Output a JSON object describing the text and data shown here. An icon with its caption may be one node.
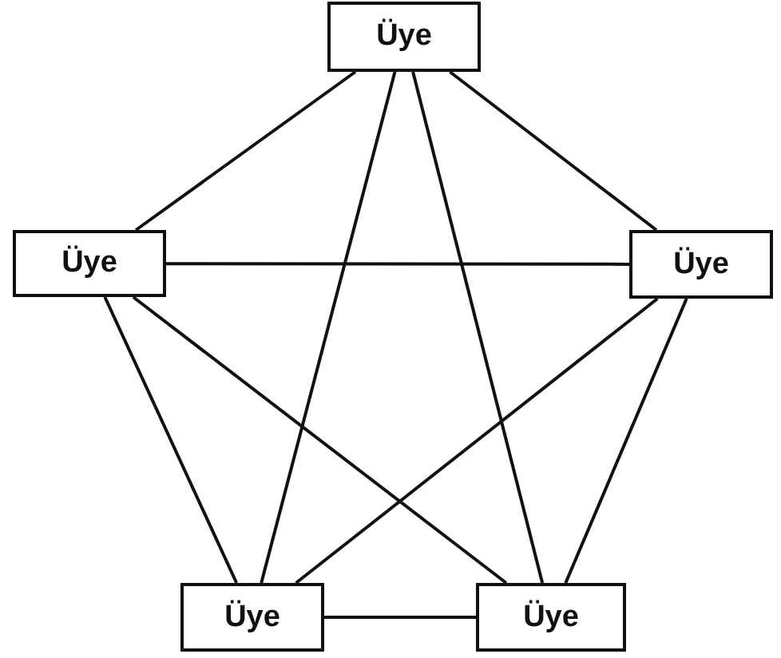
{
  "diagram": {
    "nodes": [
      {
        "text": [
          "Üye"
        ]
      },
      {
        "text": [
          "Üye"
        ]
      },
      {
        "text": [
          "Üye"
        ]
      },
      {
        "text": [
          "Üye"
        ]
      },
      {
        "text": [
          "Üye"
        ]
      }
    ],
    "edges": [
      {
        "from": 0,
        "to": 1,
        "arrow": "none"
      },
      {
        "from": 0,
        "to": 2,
        "arrow": "none"
      },
      {
        "from": 1,
        "to": 2,
        "arrow": "none"
      },
      {
        "from": 1,
        "to": 3,
        "arrow": "none"
      },
      {
        "from": 2,
        "to": 4,
        "arrow": "none"
      },
      {
        "from": 3,
        "to": 4,
        "arrow": "none"
      },
      {
        "from": 0,
        "to": 3,
        "arrow": "none"
      },
      {
        "from": 0,
        "to": 4,
        "arrow": "none"
      },
      {
        "from": 1,
        "to": 4,
        "arrow": "none"
      },
      {
        "from": 2,
        "to": 3,
        "arrow": "none"
      }
    ]
  }
}
